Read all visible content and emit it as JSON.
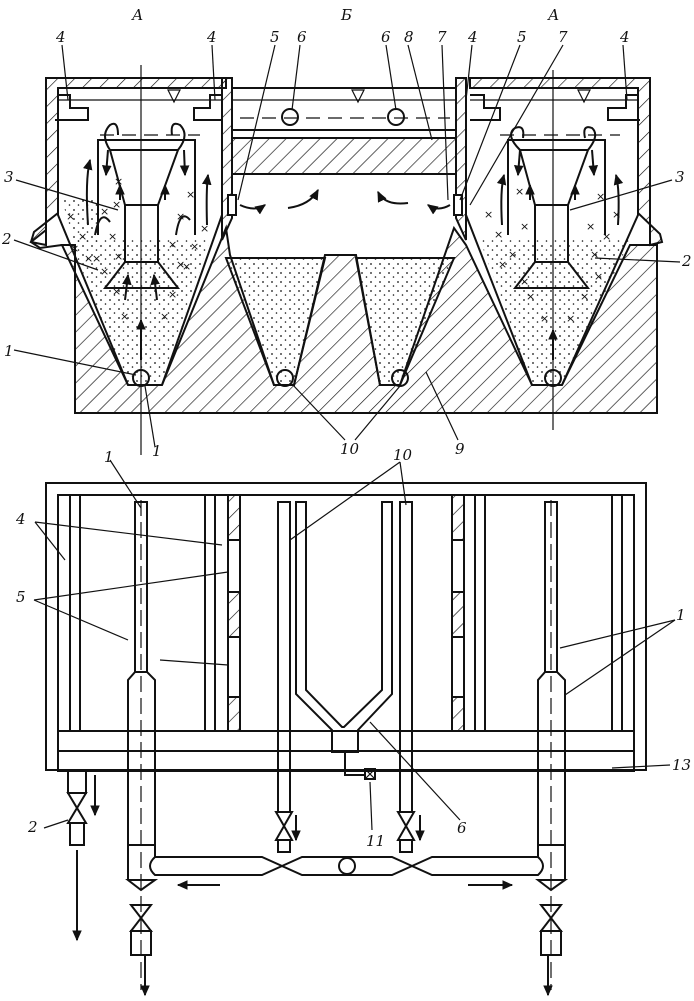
{
  "section_labels": {
    "left": "А",
    "middle": "Б",
    "right": "А"
  },
  "top_callouts": {
    "c4a": "4",
    "c4b": "4",
    "c5a": "5",
    "c6a": "6",
    "c6b": "6",
    "c8": "8",
    "c7a": "7",
    "c4c": "4",
    "c5b": "5",
    "c7b": "7",
    "c4d": "4",
    "c3a": "3",
    "c3b": "3",
    "c2a": "2",
    "c2b": "2",
    "c1a": "1",
    "c1b": "1",
    "c10": "10",
    "c9": "9"
  },
  "bottom_callouts": {
    "c1a": "1",
    "c10": "10",
    "c4": "4",
    "c5": "5",
    "c1b": "1",
    "c13": "13",
    "c2": "2",
    "c11": "11",
    "c6": "6"
  }
}
